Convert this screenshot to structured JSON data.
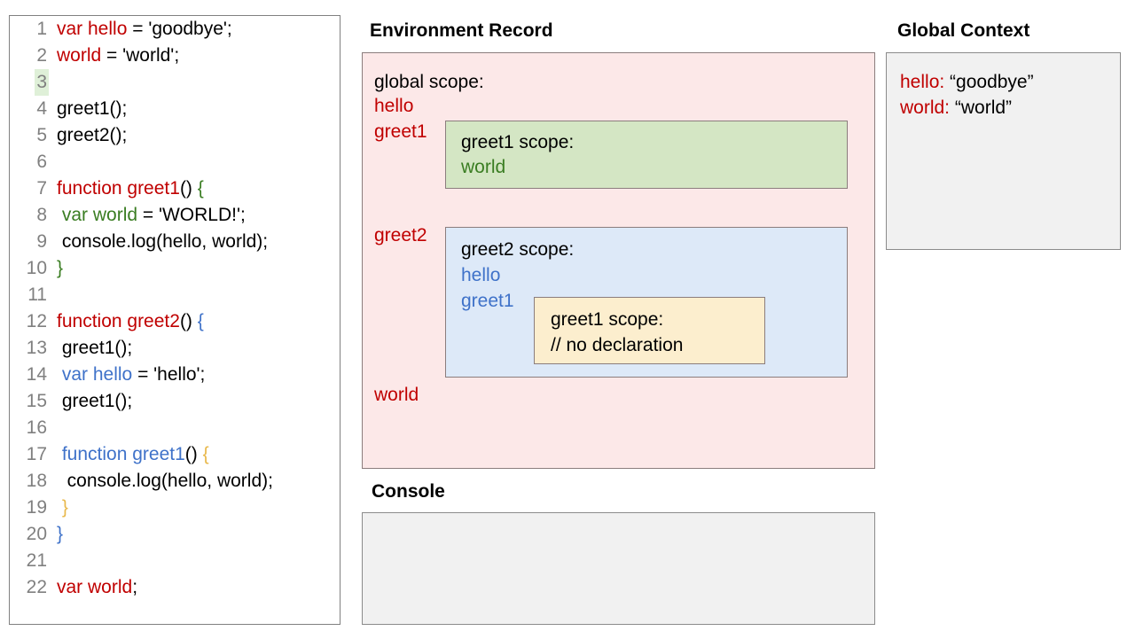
{
  "code_panel": {
    "highlighted_line": 3,
    "lines": [
      {
        "num": "1",
        "tokens": [
          {
            "t": "var hello",
            "c": "red"
          },
          {
            "t": " = 'goodbye';",
            "c": "black"
          }
        ]
      },
      {
        "num": "2",
        "tokens": [
          {
            "t": "world",
            "c": "red"
          },
          {
            "t": " = 'world';",
            "c": "black"
          }
        ]
      },
      {
        "num": "3",
        "tokens": []
      },
      {
        "num": "4",
        "tokens": [
          {
            "t": "greet1();",
            "c": "black"
          }
        ]
      },
      {
        "num": "5",
        "tokens": [
          {
            "t": "greet2();",
            "c": "black"
          }
        ]
      },
      {
        "num": "6",
        "tokens": []
      },
      {
        "num": "7",
        "tokens": [
          {
            "t": "function greet1",
            "c": "red"
          },
          {
            "t": "() ",
            "c": "black"
          },
          {
            "t": "{",
            "c": "green"
          }
        ]
      },
      {
        "num": "8",
        "tokens": [
          {
            "t": " ",
            "c": "black"
          },
          {
            "t": "var world",
            "c": "green"
          },
          {
            "t": " = 'WORLD!';",
            "c": "black"
          }
        ]
      },
      {
        "num": "9",
        "tokens": [
          {
            "t": " console.log(hello, world);",
            "c": "black"
          }
        ]
      },
      {
        "num": "10",
        "tokens": [
          {
            "t": "}",
            "c": "green"
          }
        ]
      },
      {
        "num": "11",
        "tokens": []
      },
      {
        "num": "12",
        "tokens": [
          {
            "t": "function greet2",
            "c": "red"
          },
          {
            "t": "() ",
            "c": "black"
          },
          {
            "t": "{",
            "c": "blue"
          }
        ]
      },
      {
        "num": "13",
        "tokens": [
          {
            "t": " greet1();",
            "c": "black"
          }
        ]
      },
      {
        "num": "14",
        "tokens": [
          {
            "t": " ",
            "c": "black"
          },
          {
            "t": "var hello",
            "c": "blue"
          },
          {
            "t": " = 'hello';",
            "c": "black"
          }
        ]
      },
      {
        "num": "15",
        "tokens": [
          {
            "t": " greet1();",
            "c": "black"
          }
        ]
      },
      {
        "num": "16",
        "tokens": []
      },
      {
        "num": "17",
        "tokens": [
          {
            "t": " ",
            "c": "black"
          },
          {
            "t": "function greet1",
            "c": "blue"
          },
          {
            "t": "() ",
            "c": "black"
          },
          {
            "t": "{",
            "c": "yellow"
          }
        ]
      },
      {
        "num": "18",
        "tokens": [
          {
            "t": "  console.log(hello, world);",
            "c": "black"
          }
        ]
      },
      {
        "num": "19",
        "tokens": [
          {
            "t": " ",
            "c": "black"
          },
          {
            "t": "}",
            "c": "yellow"
          }
        ]
      },
      {
        "num": "20",
        "tokens": [
          {
            "t": "}",
            "c": "blue"
          }
        ]
      },
      {
        "num": "21",
        "tokens": []
      },
      {
        "num": "22",
        "tokens": [
          {
            "t": "var world",
            "c": "red"
          },
          {
            "t": ";",
            "c": "black"
          }
        ]
      }
    ]
  },
  "environment_record": {
    "title": "Environment Record",
    "global_scope_label": "global scope:",
    "global_bindings": [
      "hello",
      "greet1",
      "greet2",
      "world"
    ],
    "greet1_scope": {
      "heading": "greet1 scope:",
      "bindings": [
        "world"
      ]
    },
    "greet2_scope": {
      "heading": "greet2 scope:",
      "bindings": [
        "hello",
        "greet1"
      ],
      "inner_greet1_scope": {
        "heading": "greet1 scope:",
        "note": "// no declaration"
      }
    }
  },
  "console": {
    "title": "Console",
    "output": ""
  },
  "global_context": {
    "title": "Global Context",
    "entries": [
      {
        "key": "hello:",
        "value": "“goodbye”"
      },
      {
        "key": "world:",
        "value": "“world”"
      }
    ]
  },
  "colors": {
    "red": "#c00000",
    "green": "#3a7d22",
    "blue": "#3f72c9",
    "yellow": "#e8b84b",
    "black": "#000000",
    "gutter_gray": "#808080",
    "env_panel_bg": "#fce8e8",
    "greet1_scope_bg": "#d4e6c4",
    "greet2_scope_bg": "#dde9f8",
    "inner_greet1_bg": "#fceece",
    "panel_gray_bg": "#f1f1f1",
    "line_highlight_bg": "#dff0d8"
  }
}
